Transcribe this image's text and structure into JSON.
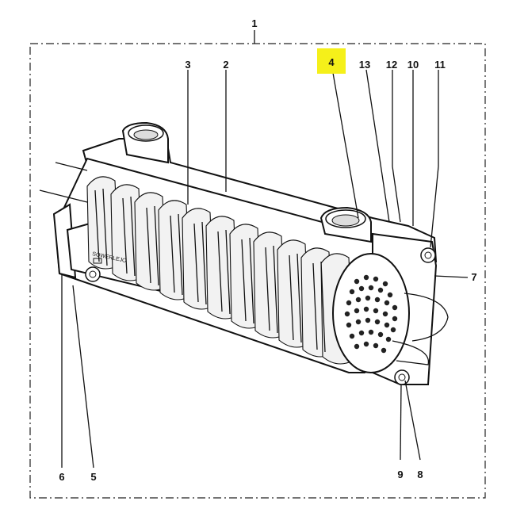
{
  "callouts": {
    "n1": "1",
    "n2": "2",
    "n3": "3",
    "n4": "4",
    "n5": "5",
    "n6": "6",
    "n7": "7",
    "n8": "8",
    "n9": "9",
    "n10": "10",
    "n11": "11",
    "n12": "12",
    "n13": "13"
  },
  "highlight": {
    "callout": "4",
    "color": "#f5f01a"
  },
  "nameplate": {
    "line1": "SOWERLEJO"
  },
  "colors": {
    "line": "#111111",
    "background": "#ffffff"
  }
}
